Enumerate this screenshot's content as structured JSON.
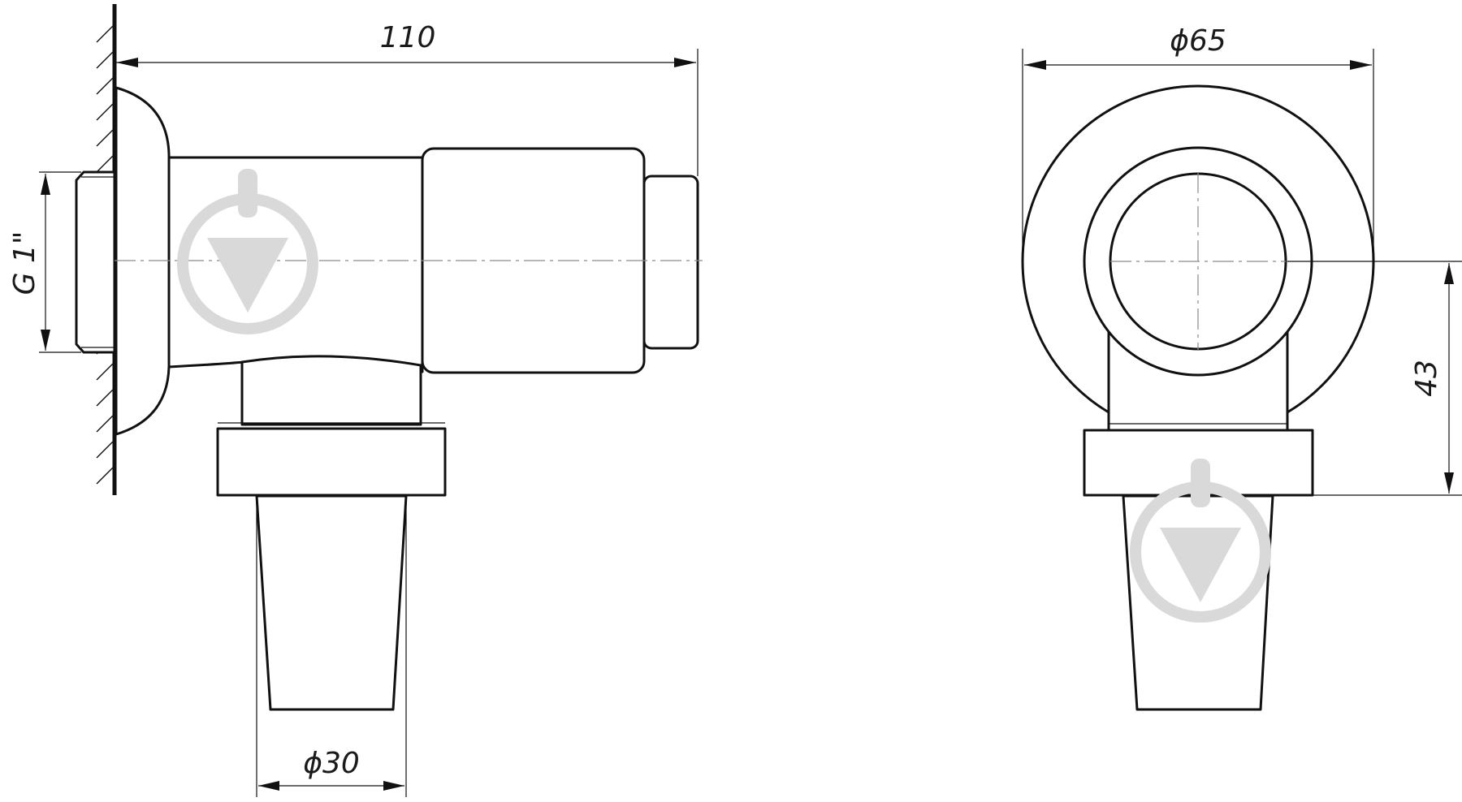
{
  "drawing": {
    "dimensions": {
      "length": "110",
      "outer_diameter": "ϕ65",
      "thread": "G 1\"",
      "height": "43",
      "spout_diameter": "ϕ30"
    },
    "colors": {
      "line": "#111111",
      "centerline": "#8a8a8a",
      "watermark": "#d9d9d9",
      "background": "#ffffff"
    },
    "icons": [
      "download-arrow-watermark-icon"
    ]
  }
}
